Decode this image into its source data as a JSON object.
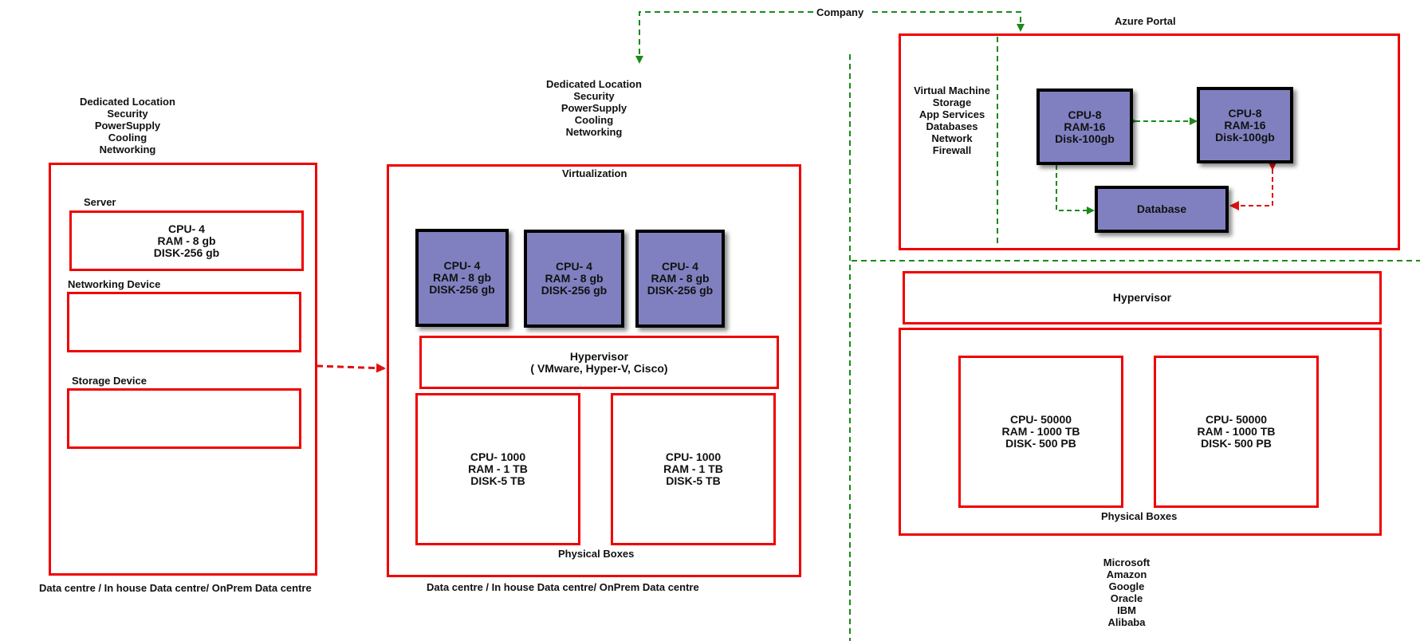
{
  "colors": {
    "box_border": "#f00000",
    "vm_fill": "#8080c0",
    "vm_border": "#000000",
    "green_arrow": "#1a8a1a",
    "red_arrow": "#e01010"
  },
  "company": {
    "label": "Company"
  },
  "onprem": {
    "facilities": "Dedicated Location\nSecurity\nPowerSupply\nCooling\nNetworking",
    "server_label": "Server",
    "server_specs": "CPU- 4\nRAM - 8 gb\nDISK-256 gb",
    "networking_label": "Networking Device",
    "storage_label": "Storage Device",
    "caption": "Data centre / In house Data centre/ OnPrem Data centre"
  },
  "virtual": {
    "facilities": "Dedicated Location\nSecurity\nPowerSupply\nCooling\nNetworking",
    "title": "Virtualization",
    "vms": [
      {
        "specs": "CPU- 4\nRAM - 8 gb\nDISK-256 gb"
      },
      {
        "specs": "CPU- 4\nRAM - 8 gb\nDISK-256 gb"
      },
      {
        "specs": "CPU- 4\nRAM - 8 gb\nDISK-256 gb"
      }
    ],
    "hypervisor": "Hypervisor\n( VMware, Hyper-V, Cisco)",
    "physical": [
      {
        "specs": "CPU- 1000\nRAM - 1 TB\nDISK-5 TB"
      },
      {
        "specs": "CPU- 1000\nRAM - 1 TB\nDISK-5 TB"
      }
    ],
    "physical_label": "Physical Boxes",
    "caption": "Data centre / In house Data centre/ OnPrem Data centre"
  },
  "cloud": {
    "portal_title": "Azure Portal",
    "services": "Virtual Machine\nStorage\nApp Services\nDatabases\nNetwork\nFirewall",
    "vms": [
      {
        "specs": "CPU-8\nRAM-16\nDisk-100gb"
      },
      {
        "specs": "CPU-8\nRAM-16\nDisk-100gb"
      }
    ],
    "database": "Database",
    "hypervisor": "Hypervisor",
    "physical": [
      {
        "specs": "CPU- 50000\nRAM - 1000 TB\nDISK- 500 PB"
      },
      {
        "specs": "CPU- 50000\nRAM - 1000 TB\nDISK- 500 PB"
      }
    ],
    "physical_label": "Physical Boxes",
    "providers": "Microsoft\nAmazon\nGoogle\nOracle\nIBM\nAlibaba"
  }
}
